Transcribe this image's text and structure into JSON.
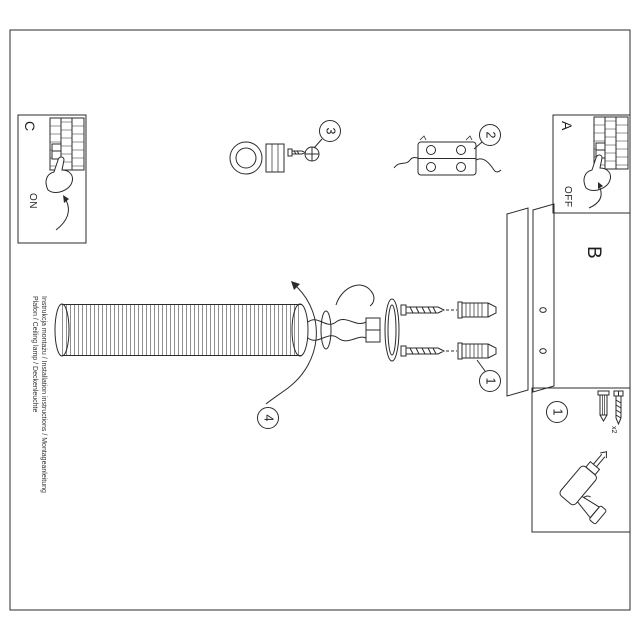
{
  "document": {
    "footer": {
      "line1": "Instrukcja montażu / Installation instructions / Montageanleitung",
      "line2": "Plafon / Ceiling lamp / Deckenleuchte"
    },
    "section_a": {
      "label": "A",
      "state": "OFF"
    },
    "section_b": {
      "label": "B"
    },
    "section_c": {
      "label": "C",
      "state": "ON"
    },
    "steps": {
      "step1": "1",
      "step2": "2",
      "step3": "3",
      "step4": "4"
    },
    "toolbox": {
      "step": "1",
      "screw_qty": "x2"
    },
    "colors": {
      "line": "#2b2b2b",
      "rib": "#8f8f8f",
      "paper": "#ffffff"
    }
  }
}
